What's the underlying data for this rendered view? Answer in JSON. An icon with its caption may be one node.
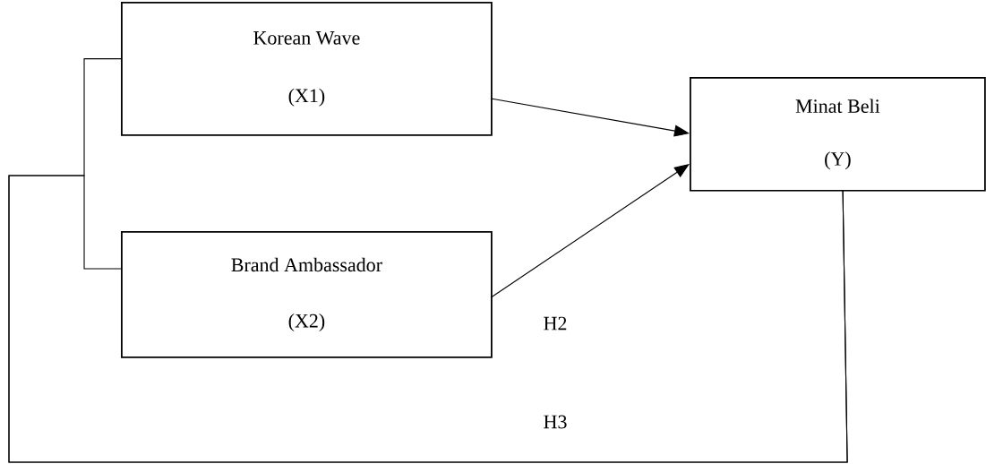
{
  "diagram": {
    "nodes": [
      {
        "text": [
          "Korean Wave",
          "(X1)"
        ]
      },
      {
        "text": [
          "Brand Ambassador",
          "(X2)"
        ]
      },
      {
        "text": [
          "Minat Beli",
          "(Y)"
        ]
      }
    ],
    "edges": [
      {
        "from": 0,
        "to": 2,
        "arrow": "to"
      },
      {
        "from": 1,
        "to": 2,
        "arrow": "to"
      },
      {
        "from": 0,
        "to": 2,
        "arrow": "none"
      },
      {
        "from": 1,
        "to": 2,
        "arrow": "none"
      }
    ],
    "labels": [
      "H2",
      "H3"
    ]
  }
}
